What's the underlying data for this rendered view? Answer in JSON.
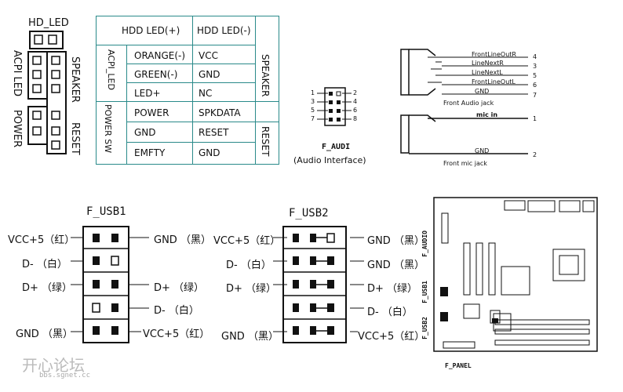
{
  "front_panel_header": {
    "hd_led": "HD_LED",
    "acpi_led": "ACPI LED",
    "power": "POWER",
    "speaker": "SPEAKER",
    "reset": "RESET"
  },
  "pin_table": {
    "col1_header": "HDD LED(+)",
    "col2_header": "HDD LED(-)",
    "group_acpi": "ACPI_LED",
    "group_power": "POWER SW",
    "right_speaker": "SPEAKER",
    "right_reset": "RESET",
    "rows": [
      {
        "left": "ORANGE(-)",
        "right": "VCC"
      },
      {
        "left": "GREEN(-)",
        "right": "GND"
      },
      {
        "left": "LED+",
        "right": "NC"
      },
      {
        "left": "POWER",
        "right": "SPKDATA"
      },
      {
        "left": "GND",
        "right": "RESET"
      },
      {
        "left": "EMFTY",
        "right": "GND"
      }
    ]
  },
  "f_audi": {
    "title": "F_AUDI",
    "subtitle": "(Audio Interface)",
    "left_pins": [
      "1",
      "3",
      "5",
      "7"
    ],
    "right_pins": [
      "2",
      "4",
      "6",
      "8"
    ]
  },
  "audio_jack": {
    "lines": [
      {
        "label": "FrontLineOutR",
        "num": "4"
      },
      {
        "label": "LineNextR",
        "num": "3"
      },
      {
        "label": "LineNextL",
        "num": "5"
      },
      {
        "label": "FrontLineOutL",
        "num": "6"
      },
      {
        "label": "GND",
        "num": "7"
      }
    ],
    "front_audio_jack": "Front Audio jack",
    "mic_in": "mic in",
    "mic_in_num": "1",
    "gnd": "GND",
    "gnd_num": "2",
    "front_mic_jack": "Front  mic jack"
  },
  "f_usb1": {
    "title": "F_USB1",
    "left": [
      "VCC+5（红）",
      "D-  （白）",
      "D+  （绿）",
      "GND （黑）"
    ],
    "right": [
      "GND （黑）",
      "D+  （绿）",
      "D-  （白）",
      "VCC+5（红）"
    ]
  },
  "f_usb2": {
    "title": "F_USB2",
    "left": [
      "VCC+5（红）",
      "D-  （白）",
      "D+  （绿）",
      "GND  （黑）"
    ],
    "right": [
      "GND （黑）",
      "GND （黑）",
      "D+  （绿）",
      "D-  （白）",
      "VCC+5（红）"
    ]
  },
  "motherboard": {
    "f_audio": "F_AUDIO",
    "f_usb1": "F_USB1",
    "f_usb2": "F_USB2",
    "f_panel": "F_PANEL"
  },
  "watermark": {
    "logo": "开心论坛",
    "url": "bbs.sgnet.cc"
  }
}
